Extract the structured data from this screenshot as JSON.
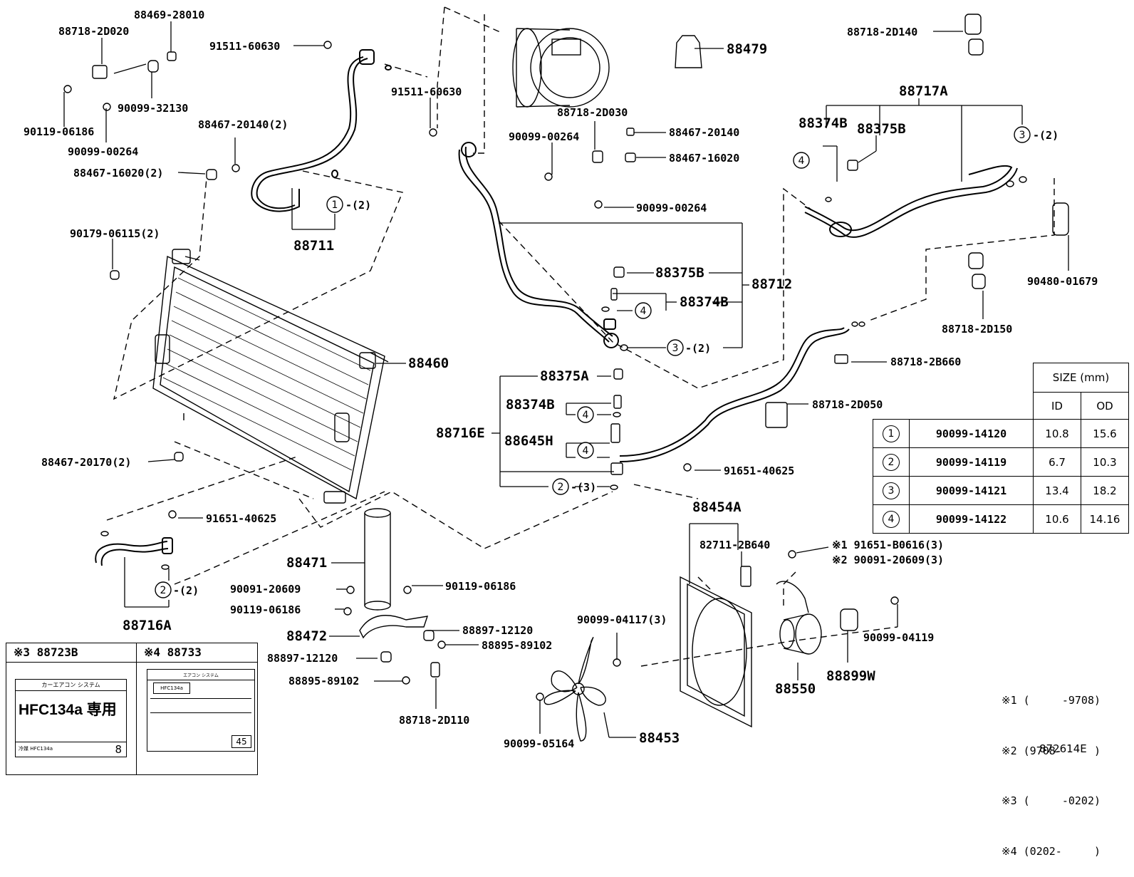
{
  "labels": {
    "p88469_28010": "88469-28010",
    "p88718_2D020": "88718-2D020",
    "p91511_60630_a": "91511-60630",
    "p90099_32130": "90099-32130",
    "p90119_06186_a": "90119-06186",
    "p90099_00264_a": "90099-00264",
    "p88467_20140_2": "88467-20140(2)",
    "p88467_16020_2": "88467-16020(2)",
    "p88711": "88711",
    "p90179_06115_2": "90179-06115(2)",
    "p91511_60630_b": "91511-60630",
    "p88718_2D030": "88718-2D030",
    "p90099_00264_b": "90099-00264",
    "p88467_20140": "88467-20140",
    "p88467_16020": "88467-16020",
    "p90099_00264_c": "90099-00264",
    "p88479": "88479",
    "p88718_2D140": "88718-2D140",
    "p88717A": "88717A",
    "p88374B_a": "88374B",
    "p88375B_a": "88375B",
    "p90480_01679": "90480-01679",
    "p88718_2D150": "88718-2D150",
    "p88375B_b": "88375B",
    "p88374B_b": "88374B",
    "p88712": "88712",
    "p88460": "88460",
    "p88718_2B660": "88718-2B660",
    "p88718_2D050": "88718-2D050",
    "p88375A": "88375A",
    "p88374B_c": "88374B",
    "p88716E": "88716E",
    "p88645H": "88645H",
    "p91651_40625_a": "91651-40625",
    "p88467_20170_2": "88467-20170(2)",
    "p91651_40625_b": "91651-40625",
    "p88471": "88471",
    "p90091_20609": "90091-20609",
    "p90119_06186_b": "90119-06186",
    "p90119_06186_c": "90119-06186",
    "p88472": "88472",
    "p88897_12120_a": "88897-12120",
    "p88895_89102_a": "88895-89102",
    "p88897_12120_b": "88897-12120",
    "p88895_89102_b": "88895-89102",
    "p88718_2D110": "88718-2D110",
    "p88716A": "88716A",
    "p88454A": "88454A",
    "p82711_2B640": "82711-2B640",
    "p91651_B0616": "※1 91651-B0616(3)",
    "p90091_20609_3": "※2 90091-20609(3)",
    "p90099_04117_3": "90099-04117(3)",
    "p90099_04119": "90099-04119",
    "p88550": "88550",
    "p88899W": "88899W",
    "p90099_05164": "90099-05164",
    "p88453": "88453"
  },
  "callouts": {
    "c1_2": "-(2)",
    "c3_2_a": "-(2)",
    "c3_2_b": "-(2)",
    "c2_3": "-(3)",
    "c2_2": "-(2)"
  },
  "size_table": {
    "header": "SIZE (mm)",
    "col_id": "ID",
    "col_od": "OD",
    "rows": [
      {
        "no": "1",
        "part": "90099-14120",
        "id": "10.8",
        "od": "15.6"
      },
      {
        "no": "2",
        "part": "90099-14119",
        "id": "6.7",
        "od": "10.3"
      },
      {
        "no": "3",
        "part": "90099-14121",
        "id": "13.4",
        "od": "18.2"
      },
      {
        "no": "4",
        "part": "90099-14122",
        "id": "10.6",
        "od": "14.16"
      }
    ]
  },
  "legend": {
    "a_title": "※3 88723B",
    "b_title": "※4 88733",
    "label_a_top": "カーエアコン システム",
    "label_a_main": "HFC134a 専用",
    "label_a_bottom": "冷媒 HFC134a",
    "label_a_num": "8",
    "label_b_top": "エアコン システム",
    "label_b_main": "HFC134a",
    "label_b_num": "45"
  },
  "notes": [
    "※1 (     -9708)",
    "※2 (9708-     )",
    "※3 (     -0202)",
    "※4 (0202-     )"
  ],
  "figure_number": "872614E"
}
